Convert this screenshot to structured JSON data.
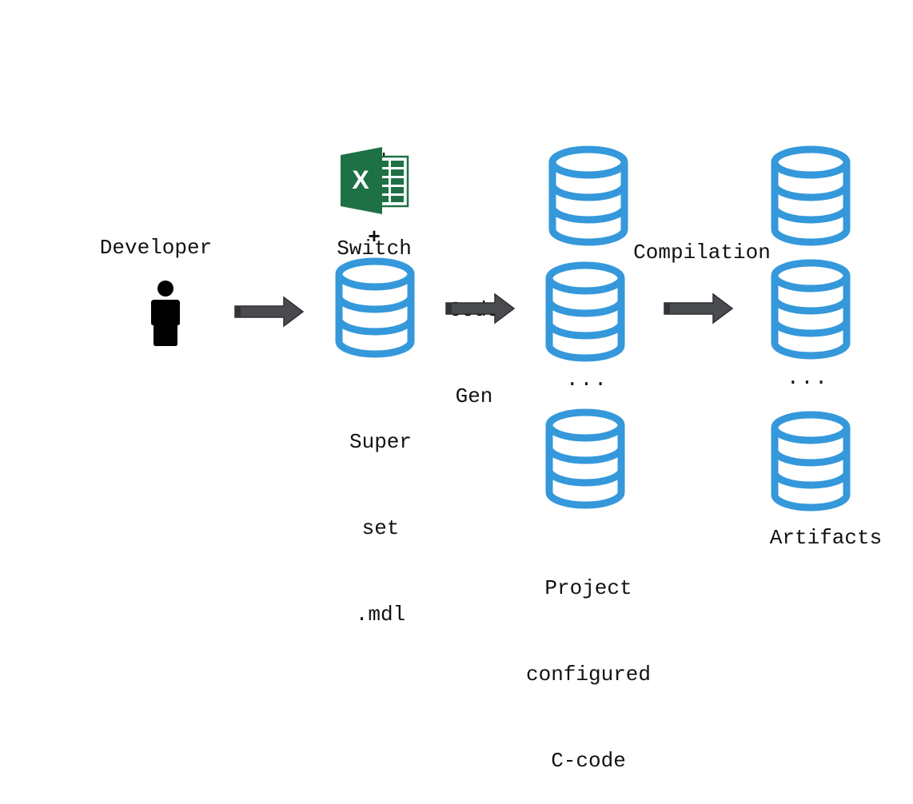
{
  "diagram": {
    "developer": {
      "label": "Developer",
      "icon": "person-icon"
    },
    "code_switch": {
      "label_lines": [
        "Code",
        "Switch"
      ],
      "icon": "excel-icon",
      "plus": "+"
    },
    "superset": {
      "label_lines": [
        "Super",
        "set",
        ".mdl"
      ],
      "icon": "database-icon"
    },
    "code_gen": {
      "label_lines": [
        "Code",
        "Gen"
      ],
      "icon": "arrow-right-icon"
    },
    "project_code": {
      "label_lines": [
        "Project",
        "configured",
        "C-code"
      ],
      "icon": "database-icon",
      "ellipsis": "..."
    },
    "compilation": {
      "label": "Compilation",
      "icon": "arrow-right-icon"
    },
    "artifacts": {
      "label": "Artifacts",
      "icon": "database-icon",
      "ellipsis": "..."
    }
  },
  "colors": {
    "database": "#3498db",
    "arrow": "#4a4b4f",
    "excel": "#1e7145",
    "person": "#000000"
  }
}
